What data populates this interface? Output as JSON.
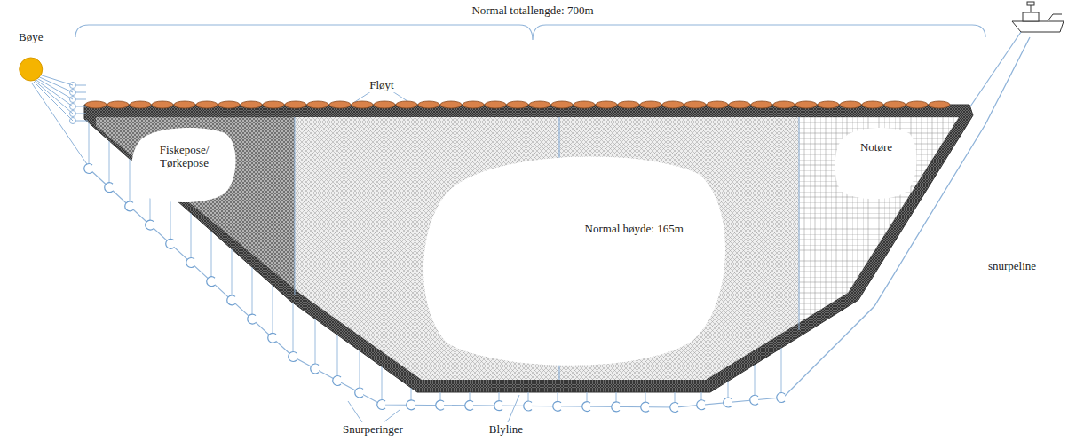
{
  "diagram": {
    "nodes": [
      {
        "text": [
          "Bøye"
        ]
      },
      {
        "text": [
          "Fiskepose/ Tørkepose"
        ]
      },
      {
        "text": [
          "Normal høyde: 165m"
        ]
      },
      {
        "text": [
          "Notøre"
        ]
      }
    ],
    "labels": [
      "Normal totallengde: 700m",
      "Fløyt",
      "snurpeline",
      "Snurperinger",
      "Blyline"
    ]
  }
}
